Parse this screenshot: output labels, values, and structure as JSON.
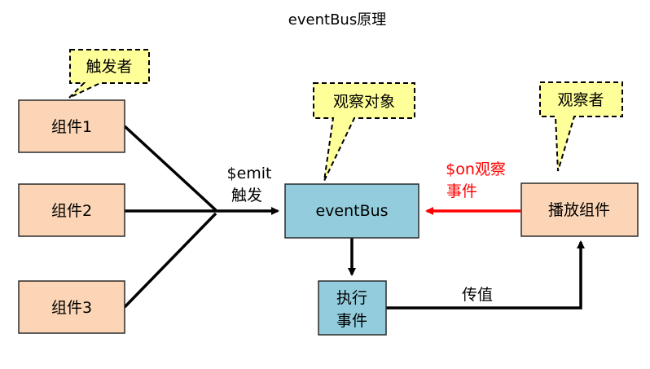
{
  "title": "eventBus原理",
  "colors": {
    "component_fill": "#fbd5b5",
    "component_stroke": "#2b2b2b",
    "bus_fill": "#93cddd",
    "callout_fill": "#ffff99",
    "arrow_black": "#000000",
    "arrow_red": "#ff0000"
  },
  "nodes": {
    "component1": "组件1",
    "component2": "组件2",
    "component3": "组件3",
    "bus": "eventBus",
    "execute_line1": "执行",
    "execute_line2": "事件",
    "player": "播放组件"
  },
  "callouts": {
    "trigger": "触发者",
    "observed": "观察对象",
    "observer": "观察者"
  },
  "labels": {
    "emit_line1": "$emit",
    "emit_line2": "触发",
    "on_line1": "$on观察",
    "on_line2": "事件",
    "pass_value": "传值"
  }
}
